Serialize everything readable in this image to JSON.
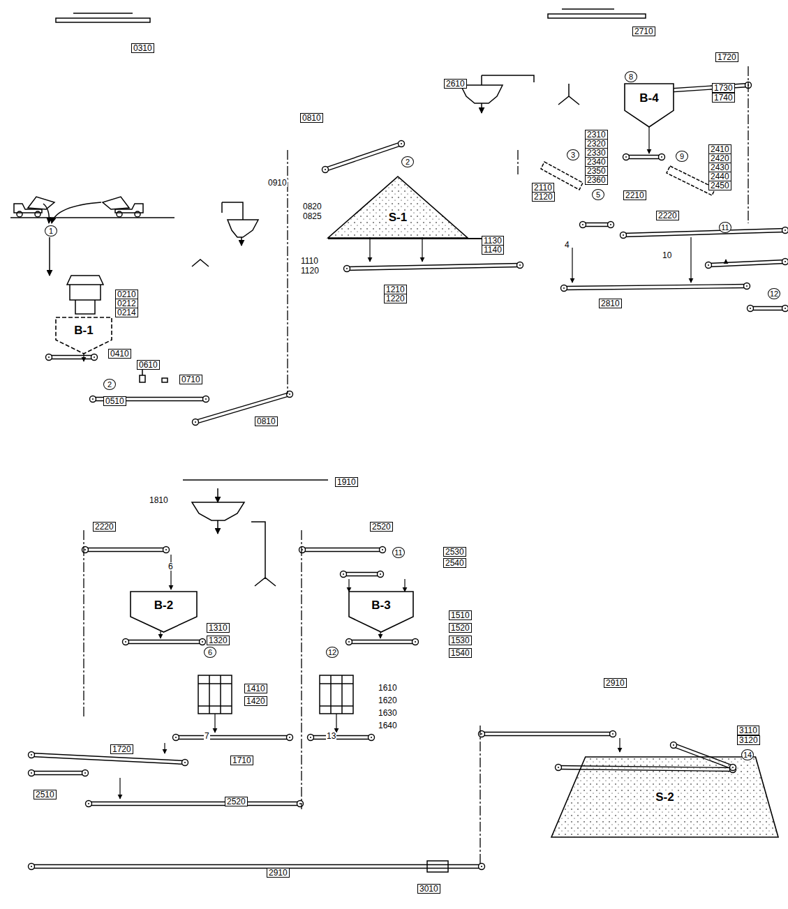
{
  "diagram": {
    "nodes": [
      {
        "text": [
          "B-4"
        ]
      },
      {
        "text": [
          "S-1"
        ]
      },
      {
        "text": [
          "B-1"
        ]
      },
      {
        "text": [
          "B-2"
        ]
      },
      {
        "text": [
          "B-3"
        ]
      },
      {
        "text": [
          "S-2"
        ]
      }
    ],
    "labels": [
      "0310",
      "2710",
      "1720",
      "8",
      "1730",
      "1740",
      "2610",
      "0810",
      "2310",
      "2320",
      "2330",
      "2340",
      "2350",
      "2360",
      "3",
      "9",
      "2410",
      "2420",
      "2430",
      "2440",
      "2450",
      "0910",
      "2",
      "2110",
      "2120",
      "5",
      "2210",
      "2220",
      "11",
      "0820",
      "0825",
      "1130",
      "1140",
      "1110",
      "1120",
      "1210",
      "1220",
      "4",
      "10",
      "12",
      "2810",
      "1",
      "0210",
      "0212",
      "0214",
      "0410",
      "0610",
      "0710",
      "2",
      "0510",
      "0810",
      "1910",
      "1810",
      "2220",
      "2520",
      "11",
      "2530",
      "2540",
      "6",
      "1310",
      "1320",
      "1510",
      "1520",
      "1530",
      "1540",
      "6",
      "12",
      "1410",
      "1420",
      "1610",
      "1620",
      "1630",
      "1640",
      "7",
      "13",
      "2910",
      "3110",
      "3120",
      "14",
      "1720",
      "1710",
      "2510",
      "2520",
      "2910",
      "3010"
    ]
  }
}
